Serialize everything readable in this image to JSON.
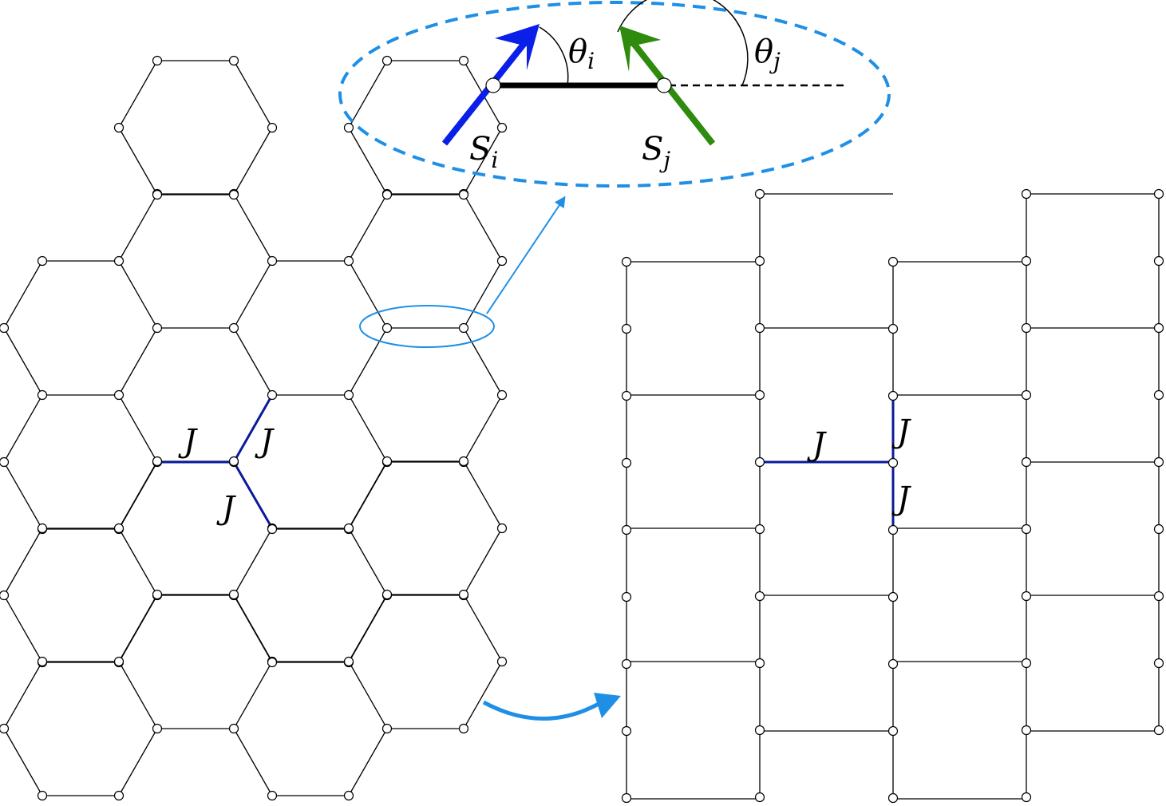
{
  "colors": {
    "bond": "#000000",
    "coupling_bond": "#0a1a9a",
    "highlight": "#1f8fe6",
    "spin_i": "#0a1fe8",
    "spin_j": "#2e8b0e"
  },
  "labels": {
    "coupling": "J",
    "spin_base": "S",
    "spin_i_sub": "i",
    "spin_j_sub": "j",
    "angle_base": "θ",
    "angle_i_sub": "i",
    "angle_j_sub": "j"
  }
}
